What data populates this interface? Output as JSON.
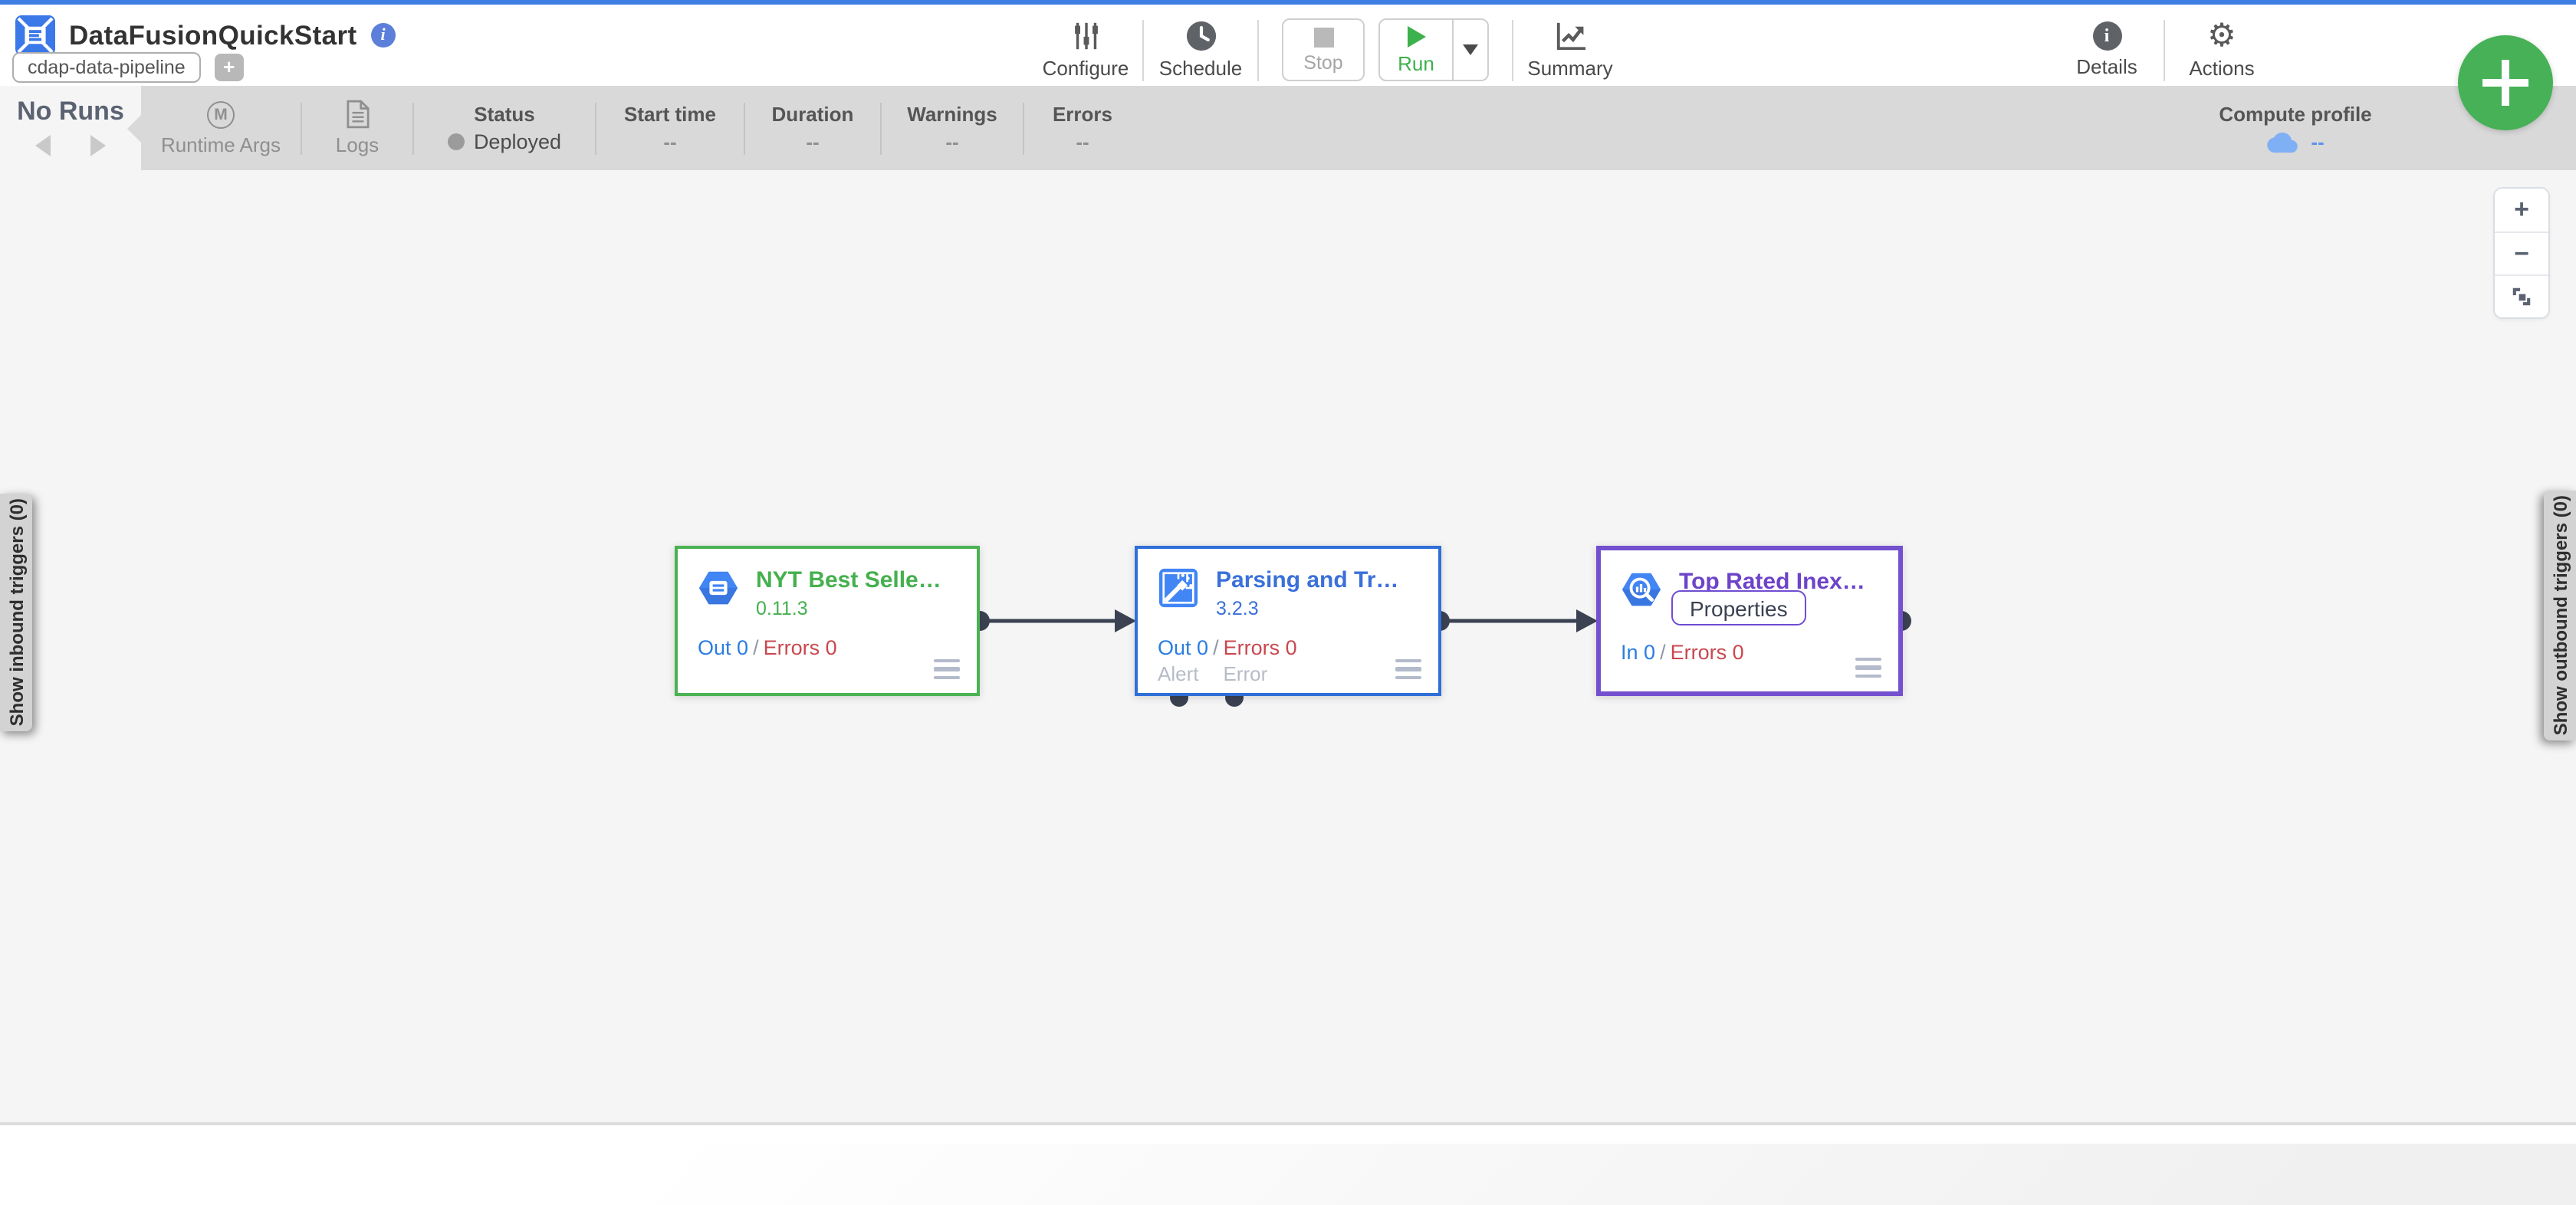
{
  "app": {
    "title": "DataFusionQuickStart",
    "pipeline_type_tag": "cdap-data-pipeline",
    "top_accent_color": "#3e7de4"
  },
  "icons": {
    "info_letter": "i",
    "details_letter": "i",
    "gear_glyph": "⚙",
    "runtime_args_letter": "M"
  },
  "toolbar": {
    "configure_label": "Configure",
    "schedule_label": "Schedule",
    "stop_label": "Stop",
    "run_label": "Run",
    "summary_label": "Summary",
    "details_label": "Details",
    "actions_label": "Actions"
  },
  "run_bar": {
    "runs_label": "No Runs",
    "runtime_args_label": "Runtime Args",
    "logs_label": "Logs",
    "metrics": [
      {
        "label": "Status",
        "value": "Deployed"
      },
      {
        "label": "Start time",
        "value": "--"
      },
      {
        "label": "Duration",
        "value": "--"
      },
      {
        "label": "Warnings",
        "value": "--"
      },
      {
        "label": "Errors",
        "value": "--"
      }
    ],
    "compute_profile": {
      "label": "Compute profile",
      "value": "--"
    }
  },
  "canvas": {
    "left_tab_label": "Show inbound triggers (0)",
    "right_tab_label": "Show outbound triggers (0)",
    "zoom_in_label": "+",
    "zoom_out_label": "−",
    "nodes": [
      {
        "title": "NYT Best Selle…",
        "version": "0.11.3",
        "out_label": "Out 0",
        "sep": "/",
        "errors_label": "Errors 0",
        "accent": "#4bb253"
      },
      {
        "title": "Parsing and Tr…",
        "version": "3.2.3",
        "out_label": "Out 0",
        "sep": "/",
        "errors_label": "Errors 0",
        "alert_port_label": "Alert",
        "error_port_label": "Error",
        "accent": "#2f6fd8"
      },
      {
        "title": "Top Rated Inex…",
        "properties_label": "Properties",
        "out_label": "In 0",
        "sep": "/",
        "errors_label": "Errors 0",
        "accent": "#7450cf"
      }
    ],
    "colors": {
      "out_metric": "#2b7de1",
      "errors_metric": "#c9484f",
      "port": "#3b4252"
    }
  },
  "fab": {
    "label": "add"
  }
}
